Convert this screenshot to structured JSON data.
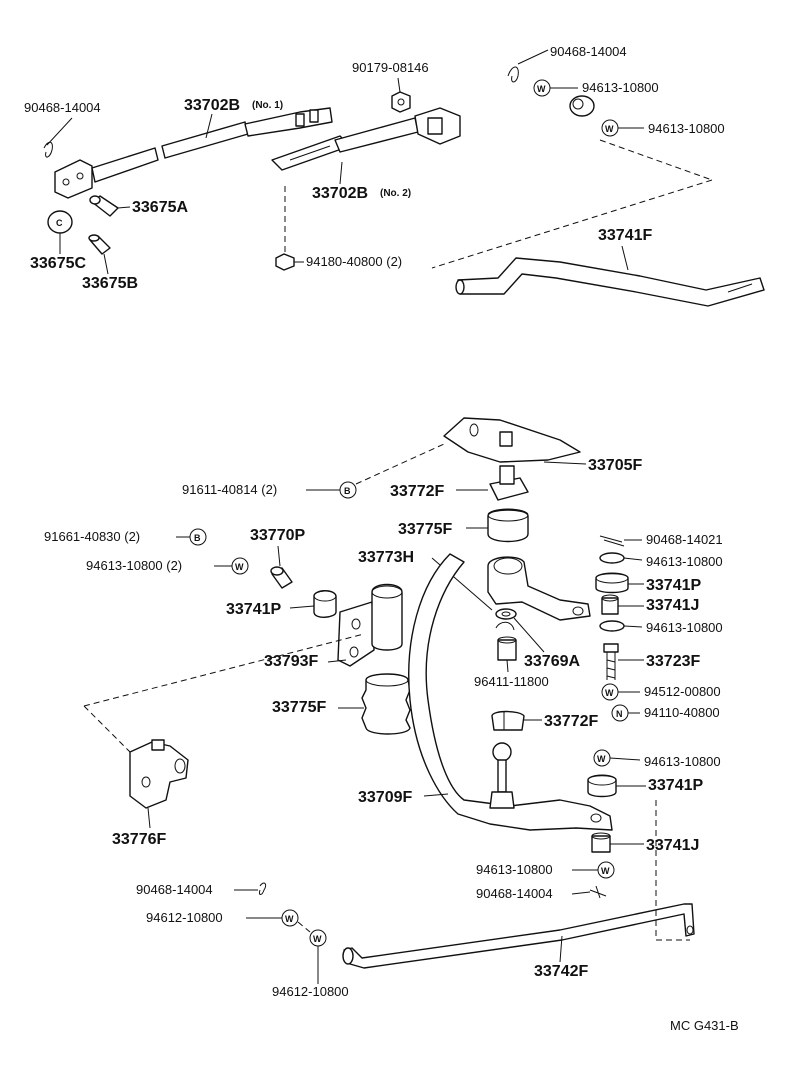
{
  "labels": {
    "p90468_14004_a": "90468-14004",
    "p33702B_1": "33702B",
    "p33702B_1_note": "(No. 1)",
    "p90179_08146": "90179-08146",
    "p90468_14004_b": "90468-14004",
    "p94613_10800_a": "94613-10800",
    "p94613_10800_b": "94613-10800",
    "p33702B_2": "33702B",
    "p33702B_2_note": "(No. 2)",
    "p33675A": "33675A",
    "p33675C": "33675C",
    "p33675B": "33675B",
    "p94180_40800": "94180-40800 (2)",
    "p33741F": "33741F",
    "p33705F": "33705F",
    "p91611_40814": "91611-40814 (2)",
    "p33772F_a": "33772F",
    "p33775F_a": "33775F",
    "p90468_14021": "90468-14021",
    "p33770P": "33770P",
    "p91661_40830": "91661-40830 (2)",
    "p33773H": "33773H",
    "p94613_10800_c": "94613-10800",
    "p94613_10800_d": "94613-10800 (2)",
    "p33741P_a": "33741P",
    "p33741P_b": "33741P",
    "p33741J_a": "33741J",
    "p94613_10800_e": "94613-10800",
    "p33793F": "33793F",
    "p33769A": "33769A",
    "p33723F": "33723F",
    "p96411_11800": "96411-11800",
    "p94512_00800": "94512-00800",
    "p33775F_b": "33775F",
    "p94110_40800": "94110-40800",
    "p33772F_b": "33772F",
    "p94613_10800_f": "94613-10800",
    "p33709F": "33709F",
    "p33741P_c": "33741P",
    "p33776F": "33776F",
    "p33741J_b": "33741J",
    "p94613_10800_g": "94613-10800",
    "p90468_14004_c": "90468-14004",
    "p90468_14004_d": "90468-14004",
    "p94612_10800_a": "94612-10800",
    "p33742F": "33742F",
    "p94612_10800_b": "94612-10800",
    "code": "MC  G431-B"
  },
  "symbols": {
    "washer": "W",
    "bolt": "B",
    "nut": "N",
    "clip": "C"
  }
}
